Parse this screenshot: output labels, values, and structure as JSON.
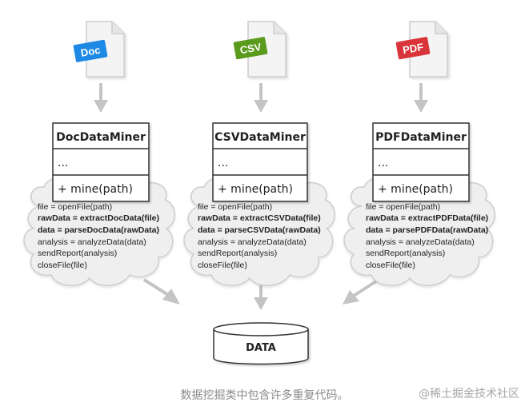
{
  "miners": [
    {
      "file_badge": "Doc",
      "badge_color": "#1e88e5",
      "class_name": "DocDataMiner",
      "fields": "...",
      "method": "+ mine(path)",
      "code": [
        {
          "text": "file = openFile(path)",
          "bold": false
        },
        {
          "text": "rawData = extractDocData(file)",
          "bold": true
        },
        {
          "text": "data = parseDocData(rawData)",
          "bold": true
        },
        {
          "text": "analysis = analyzeData(data)",
          "bold": false
        },
        {
          "text": "sendReport(analysis)",
          "bold": false
        },
        {
          "text": "closeFile(file)",
          "bold": false
        }
      ]
    },
    {
      "file_badge": "CSV",
      "badge_color": "#5a9a1c",
      "class_name": "CSVDataMiner",
      "fields": "...",
      "method": "+ mine(path)",
      "code": [
        {
          "text": "file = openFile(path)",
          "bold": false
        },
        {
          "text": "rawData = extractCSVData(file)",
          "bold": true
        },
        {
          "text": "data = parseCSVData(rawData)",
          "bold": true
        },
        {
          "text": "analysis = analyzeData(data)",
          "bold": false
        },
        {
          "text": "sendReport(analysis)",
          "bold": false
        },
        {
          "text": "closeFile(file)",
          "bold": false
        }
      ]
    },
    {
      "file_badge": "PDF",
      "badge_color": "#d9343a",
      "class_name": "PDFDataMiner",
      "fields": "...",
      "method": "+ mine(path)",
      "code": [
        {
          "text": "file = openFile(path)",
          "bold": false
        },
        {
          "text": "rawData = extractPDFData(file)",
          "bold": true
        },
        {
          "text": "data = parsePDFData(rawData)",
          "bold": true
        },
        {
          "text": "analysis = analyzeData(data)",
          "bold": false
        },
        {
          "text": "sendReport(analysis)",
          "bold": false
        },
        {
          "text": "closeFile(file)",
          "bold": false
        }
      ]
    }
  ],
  "database_label": "DATA",
  "caption": "数据挖掘类中包含许多重复代码。",
  "watermark": "@稀土掘金技术社区",
  "colors": {
    "arrow": "#c4c4c4",
    "cloud_fill": "#efefef",
    "cloud_stroke": "#cdcdcd",
    "box_stroke": "#333333",
    "page_fill": "#f4f4f4",
    "page_stroke": "#cccccc"
  }
}
